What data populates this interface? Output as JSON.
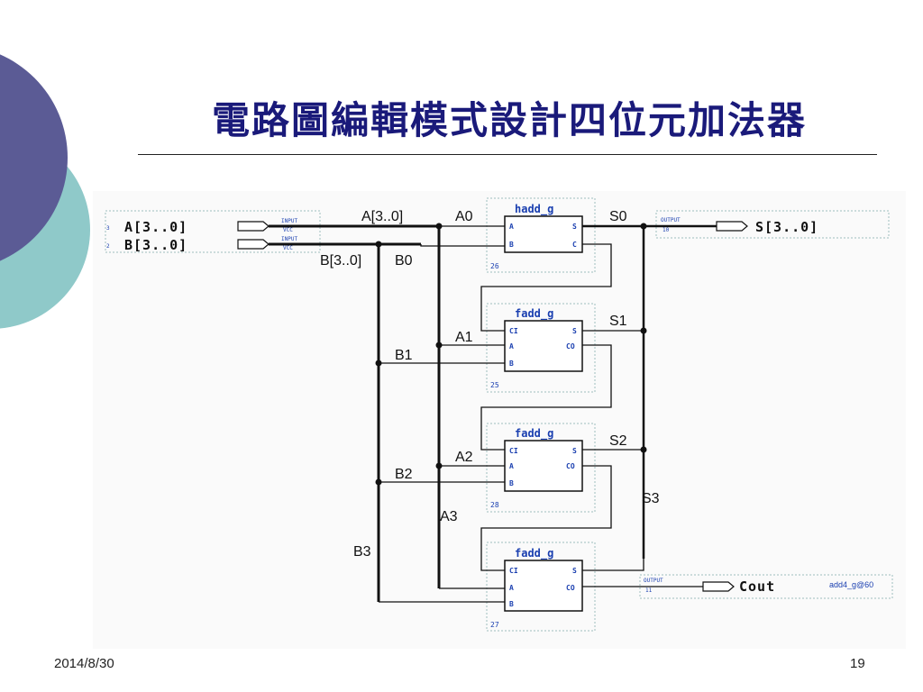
{
  "slide": {
    "title": "電路圖編輯模式設計四位元加法器",
    "date": "2014/8/30",
    "page_number": "19"
  },
  "colors": {
    "title": "#1a1a7a",
    "circle_dark": "#5b5b95",
    "circle_light": "#8fc9c9",
    "schematic_blue": "#1a3fb0"
  },
  "schematic": {
    "inputs": [
      {
        "pin": "A[3..0]",
        "type": "INPUT",
        "default": "VCC",
        "index": "3"
      },
      {
        "pin": "B[3..0]",
        "type": "INPUT",
        "default": "VCC",
        "index": "2"
      }
    ],
    "outputs": [
      {
        "pin": "S[3..0]",
        "type": "OUTPUT",
        "index": "10"
      },
      {
        "pin": "Cout",
        "type": "OUTPUT",
        "index": "11"
      }
    ],
    "bus_labels": {
      "a_bus": "A[3..0]",
      "b_bus": "B[3..0]"
    },
    "wire_labels": {
      "a0": "A0",
      "a1": "A1",
      "a2": "A2",
      "a3": "A3",
      "b0": "B0",
      "b1": "B1",
      "b2": "B2",
      "b3": "B3",
      "s0": "S0",
      "s1": "S1",
      "s2": "S2",
      "s3": "S3"
    },
    "blocks": [
      {
        "name": "hadd_g",
        "instance": "26",
        "ports_left": [
          "A",
          "B"
        ],
        "ports_right": [
          "S",
          "C"
        ]
      },
      {
        "name": "fadd_g",
        "instance": "25",
        "ports_left": [
          "CI",
          "A",
          "B"
        ],
        "ports_right": [
          "S",
          "CO"
        ]
      },
      {
        "name": "fadd_g",
        "instance": "28",
        "ports_left": [
          "CI",
          "A",
          "B"
        ],
        "ports_right": [
          "S",
          "CO"
        ]
      },
      {
        "name": "fadd_g",
        "instance": "27",
        "ports_left": [
          "CI",
          "A",
          "B"
        ],
        "ports_right": [
          "S",
          "CO"
        ]
      }
    ],
    "design_tag": "add4_g@60"
  }
}
